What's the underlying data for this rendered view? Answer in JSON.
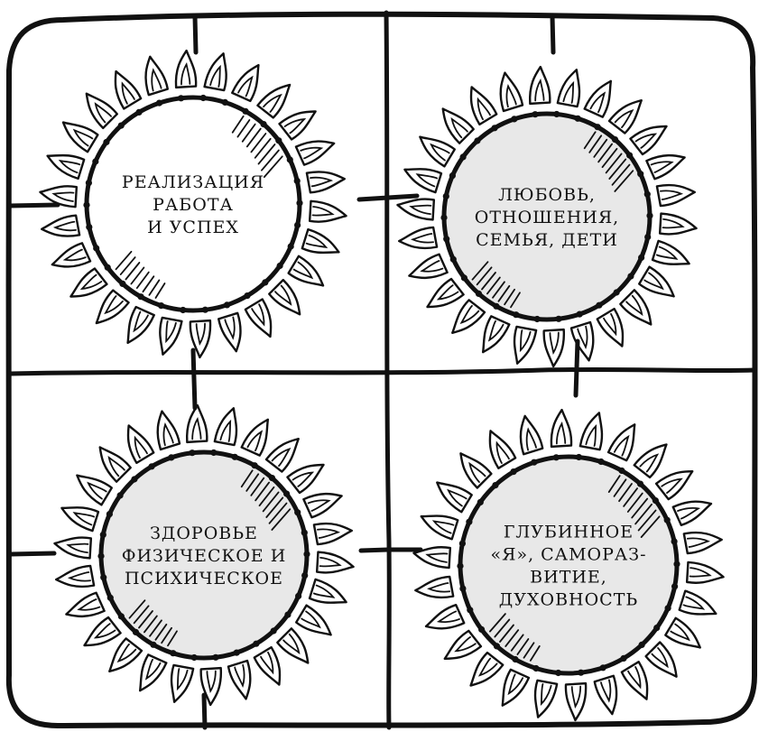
{
  "quadrants": [
    {
      "id": "top-left",
      "name": "realization",
      "lines": [
        "РЕАЛИЗАЦИЯ",
        "РАБОТА",
        "И УСПЕХ"
      ],
      "filled": false
    },
    {
      "id": "top-right",
      "name": "love",
      "lines": [
        "ЛЮБОВЬ,",
        "ОТНОШЕНИЯ,",
        "СЕМЬЯ, ДЕТИ"
      ],
      "filled": true
    },
    {
      "id": "bottom-left",
      "name": "health",
      "lines": [
        "ЗДОРОВЬЕ",
        "ФИЗИЧЕСКОЕ И",
        "ПСИХИЧЕСКОЕ"
      ],
      "filled": true
    },
    {
      "id": "bottom-right",
      "name": "self",
      "lines": [
        "ГЛУБИННОЕ",
        "«Я», САМОРАЗ-",
        "ВИТИЕ,",
        "ДУХОВНОСТЬ"
      ],
      "filled": true
    }
  ],
  "colors": {
    "ink": "#111111",
    "fill": "#e8e8e8",
    "background": "#ffffff"
  }
}
